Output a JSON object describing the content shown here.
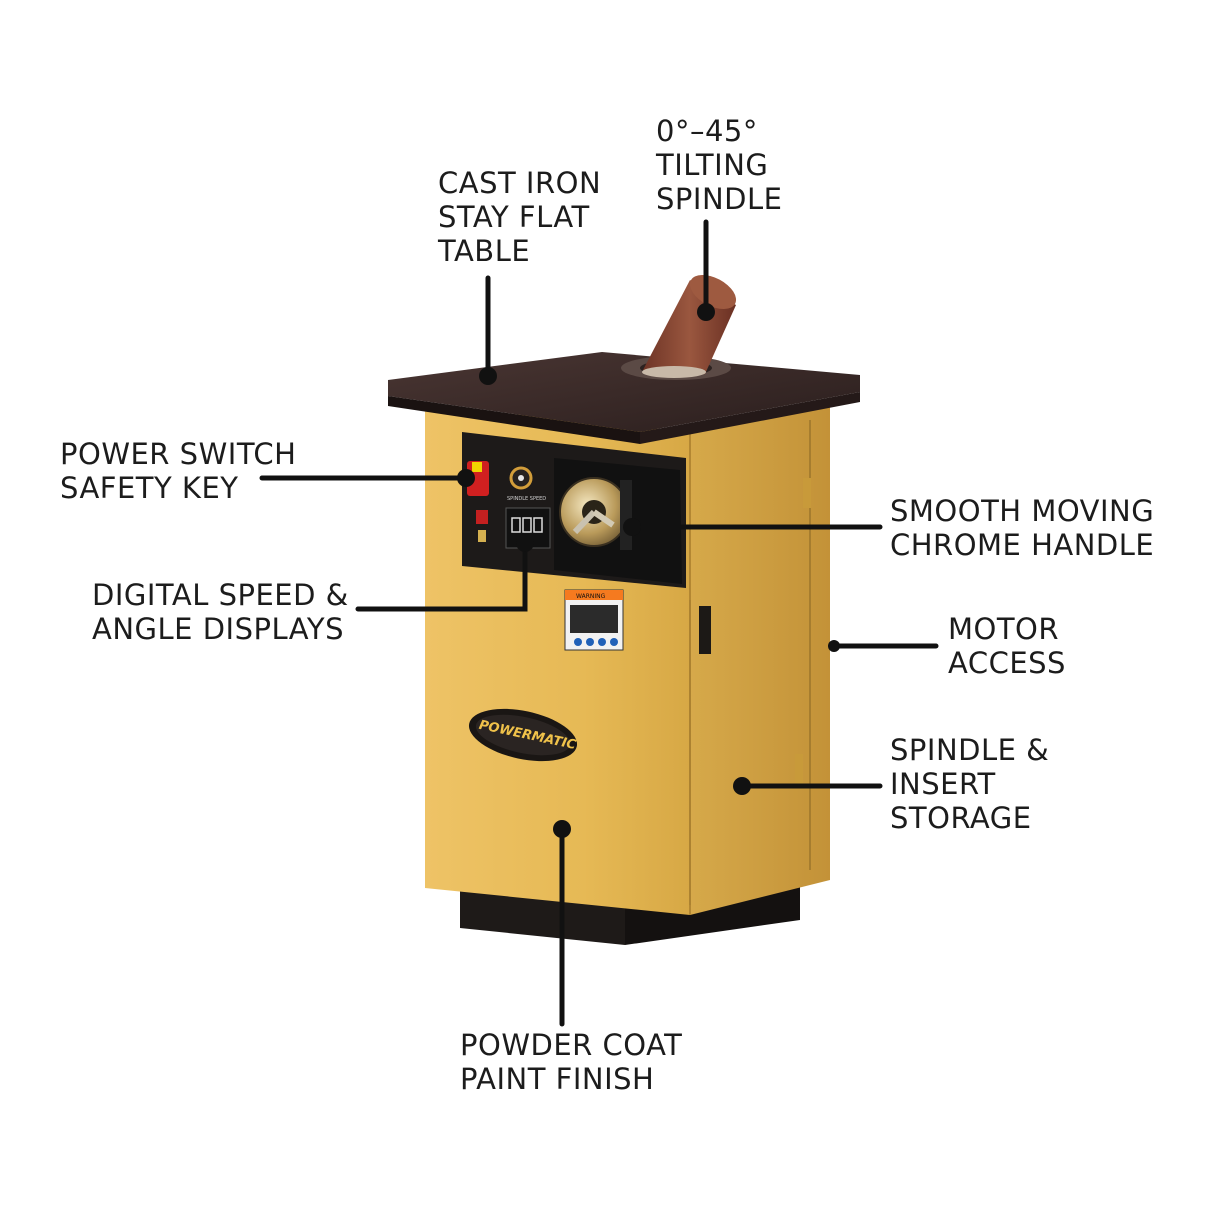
{
  "product": {
    "brand": "POWERMATIC",
    "warning_label": "WARNING",
    "dial_label": "SPINDLE SPEED"
  },
  "callouts": {
    "tilting_spindle": [
      "0°–45°",
      "TILTING",
      "SPINDLE"
    ],
    "table": [
      "CAST IRON",
      "STAY FLAT",
      "TABLE"
    ],
    "power_switch": [
      "POWER SWITCH",
      "SAFETY KEY"
    ],
    "handle": [
      "SMOOTH MOVING",
      "CHROME HANDLE"
    ],
    "displays": [
      "DIGITAL SPEED &",
      "ANGLE DISPLAYS"
    ],
    "motor": [
      "MOTOR",
      "ACCESS"
    ],
    "storage": [
      "SPINDLE &",
      "INSERT",
      "STORAGE"
    ],
    "finish": [
      "POWDER COAT",
      "PAINT FINISH"
    ]
  },
  "colors": {
    "cabinet": "#e8bc56",
    "cabinet_shadow": "#c99a3a",
    "table_top": "#3a2a28",
    "sanding_sleeve": "#8a4a36",
    "leader": "#111111"
  }
}
